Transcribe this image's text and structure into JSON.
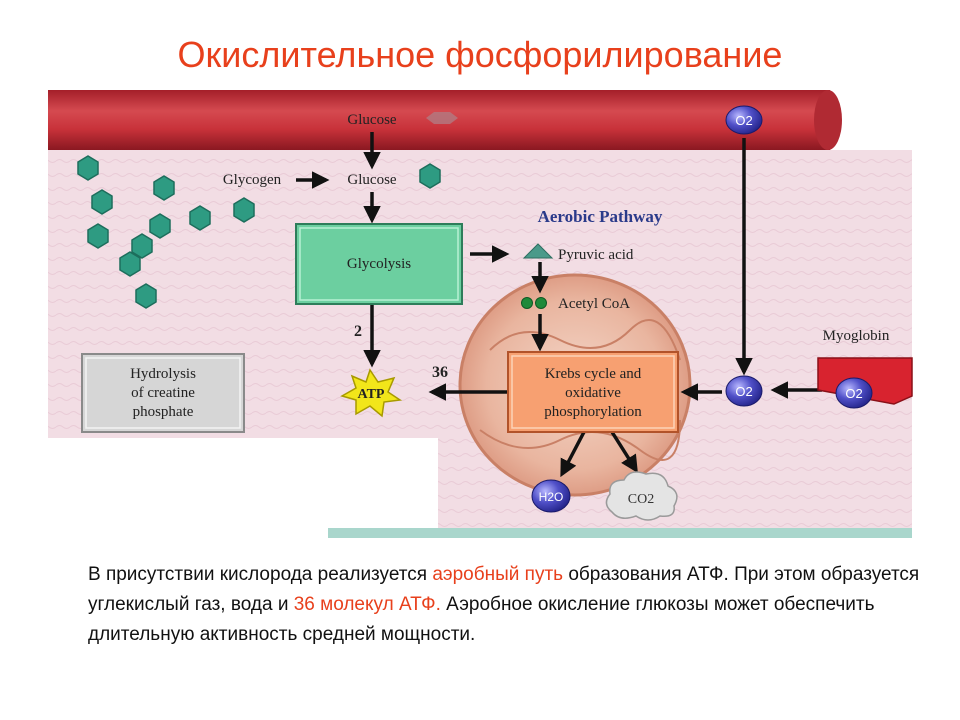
{
  "title": "Окислительное фосфорилирование",
  "diagram": {
    "glucose_blood": "Glucose",
    "glycogen": "Glycogen",
    "glucose_cell": "Glucose",
    "glycolysis": "Glycolysis",
    "aerobic_pathway": "Aerobic Pathway",
    "pyruvic_acid": "Pyruvic acid",
    "acetyl_coa": "Acetyl CoA",
    "krebs_line1": "Krebs cycle and",
    "krebs_line2": "oxidative",
    "krebs_line3": "phosphorylation",
    "hydrolysis_line1": "Hydrolysis",
    "hydrolysis_line2": "of creatine",
    "hydrolysis_line3": "phosphate",
    "atp": "ATP",
    "count_glycolysis": "2",
    "count_aerobic": "36",
    "myoglobin": "Myoglobin",
    "o2": "O2",
    "h2o": "H2O",
    "co2": "CO2"
  },
  "caption": {
    "part1": "В присутствии кислорода реализуется ",
    "hl1": "аэробный путь",
    "part2": " образования АТФ. При этом образуется углекислый газ, вода и ",
    "hl2": "36 молекул АТФ.",
    "part3": " Аэробное окисление глюкозы может обеспечить длительную активность средней мощности."
  },
  "colors": {
    "title": "#e8401c",
    "blood_vessel": "#c8323a",
    "cell_background": "#f2dde4",
    "glycolysis_box": "#6ccfa0",
    "krebs_box": "#f7a071",
    "hydrolysis_box": "#d6d6d6",
    "atp_star": "#f2e61a",
    "oxygen": "#3c3cb4",
    "glucose_hexagon": "#2e9b82"
  }
}
